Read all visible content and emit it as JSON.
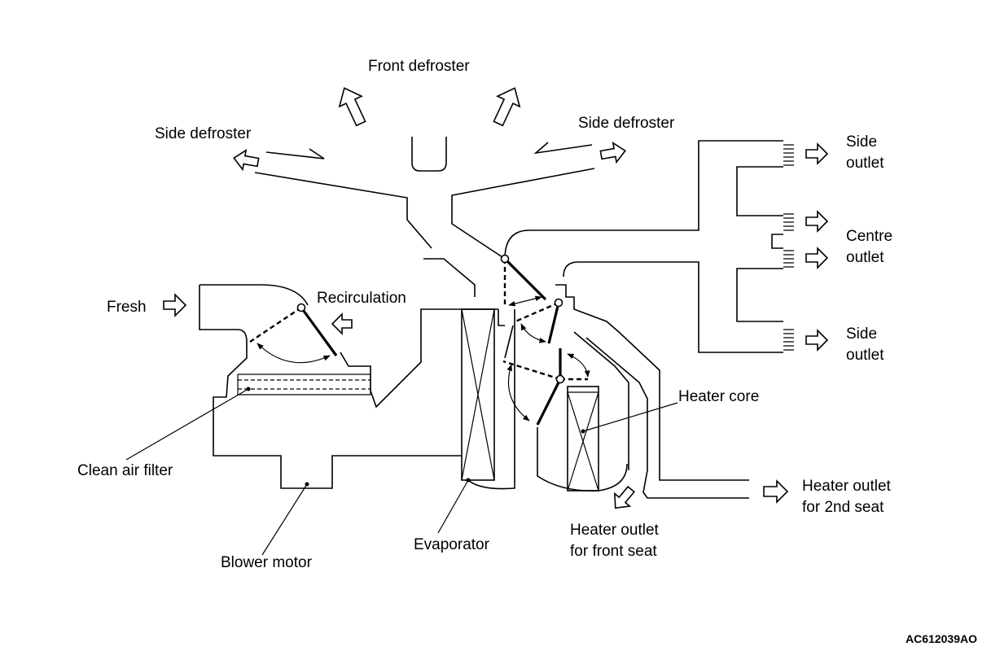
{
  "labels": {
    "front_defroster": "Front defroster",
    "side_defroster_left": "Side defroster",
    "side_defroster_right": "Side defroster",
    "side_outlet_top_1": "Side",
    "side_outlet_top_2": "outlet",
    "centre_outlet_1": "Centre",
    "centre_outlet_2": "outlet",
    "side_outlet_bottom_1": "Side",
    "side_outlet_bottom_2": "outlet",
    "fresh": "Fresh",
    "recirculation": "Recirculation",
    "heater_core": "Heater core",
    "clean_air_filter": "Clean air filter",
    "heater_outlet_2nd_1": "Heater outlet",
    "heater_outlet_2nd_2": "for 2nd seat",
    "heater_outlet_front_1": "Heater outlet",
    "heater_outlet_front_2": "for front seat",
    "evaporator": "Evaporator",
    "blower_motor": "Blower motor"
  },
  "figure_code": "AC612039AO"
}
